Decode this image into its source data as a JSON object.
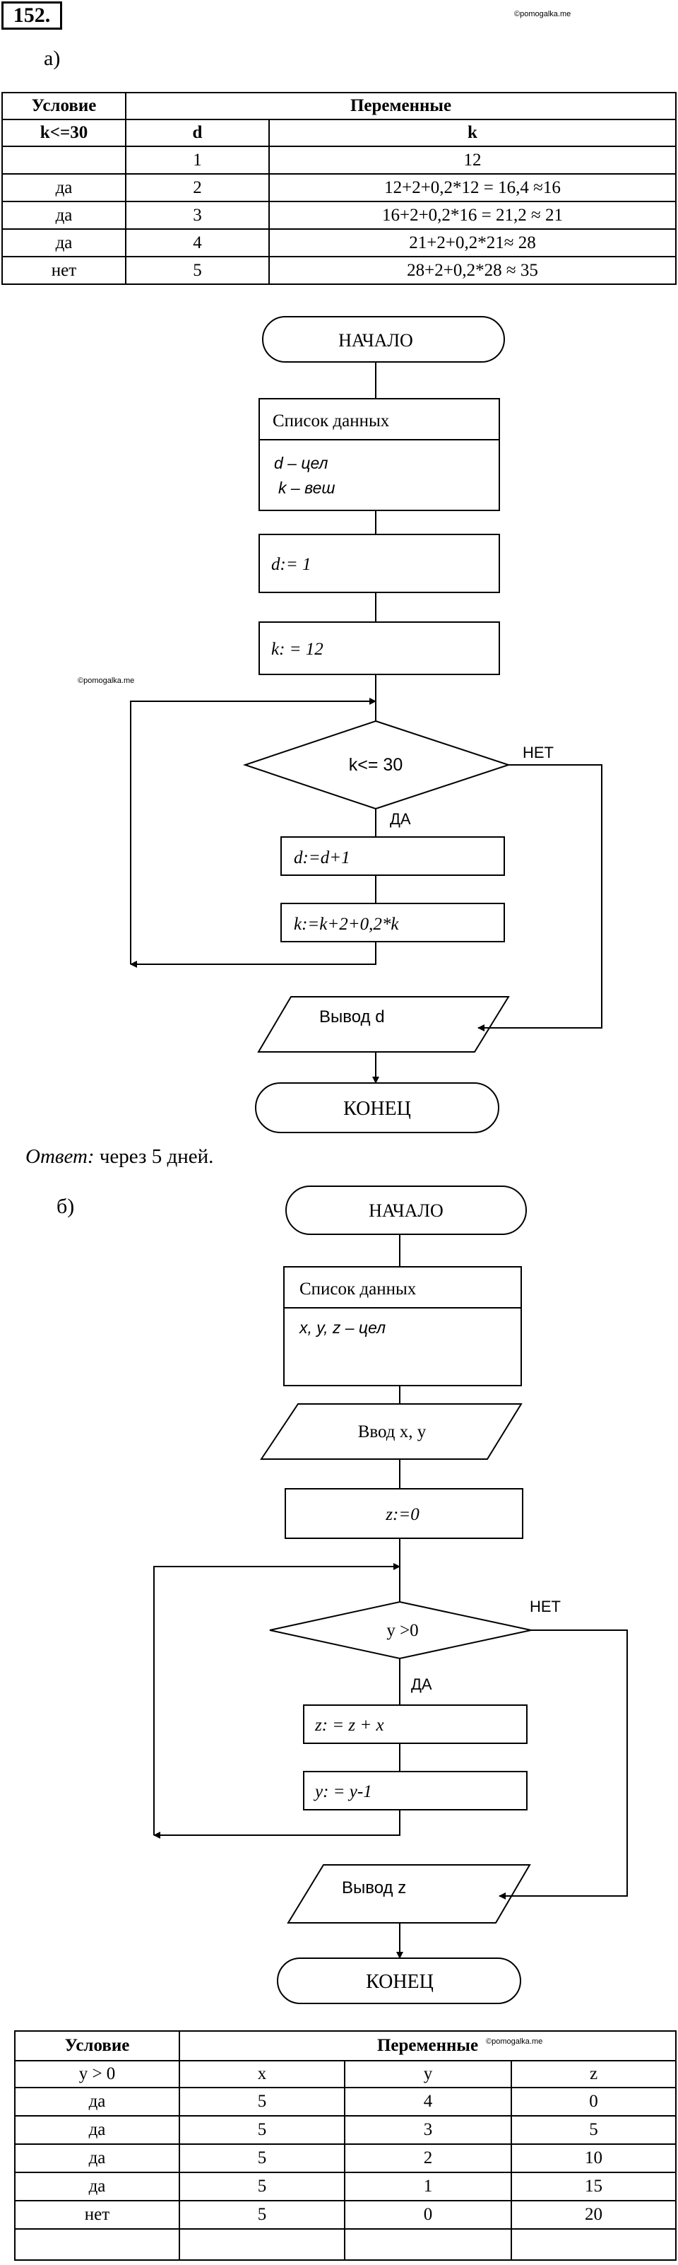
{
  "problem_number": "152.",
  "watermark": "©pomogalka.me",
  "part_a": {
    "label": "а)",
    "table": {
      "header1": [
        "Условие",
        "Переменные"
      ],
      "header2": [
        "k<=30",
        "d",
        "k"
      ],
      "rows": [
        [
          "",
          "1",
          "12"
        ],
        [
          "да",
          "2",
          "12+2+0,2*12 = 16,4 ≈16"
        ],
        [
          "да",
          "3",
          "16+2+0,2*16 = 21,2 ≈ 21"
        ],
        [
          "да",
          "4",
          "21+2+0,2*21≈ 28"
        ],
        [
          "нет",
          "5",
          "28+2+0,2*28 ≈ 35"
        ]
      ]
    },
    "flowchart": {
      "start": "НАЧАЛО",
      "data_title": "Список данных",
      "data_line1": "d  – цел",
      "data_line2": "k – веш",
      "assign1": "d:= 1",
      "assign2": "k: = 12",
      "condition": "k<= 30",
      "no": "НЕТ",
      "yes": "ДА",
      "body1": "d:=d+1",
      "body2": "k:=k+2+0,2*k",
      "output": "Вывод d",
      "end": "КОНЕЦ"
    },
    "answer_label": "Ответ:",
    "answer_text": " через 5 дней."
  },
  "part_b": {
    "label": "б)",
    "flowchart": {
      "start": "НАЧАЛО",
      "data_title": "Список данных",
      "data_line1": "x, y, z – цел",
      "input": "Ввод x, y",
      "assign1": "z:=0",
      "condition": "y >0",
      "no": "НЕТ",
      "yes": "ДА",
      "body1": "z: = z + x",
      "body2": "y: = y-1",
      "output": "Вывод z",
      "end": "КОНЕЦ"
    },
    "table": {
      "header1": [
        "Условие",
        "Переменные"
      ],
      "header2": [
        "y > 0",
        "x",
        "y",
        "z"
      ],
      "rows": [
        [
          "да",
          "5",
          "4",
          "0"
        ],
        [
          "да",
          "5",
          "3",
          "5"
        ],
        [
          "да",
          "5",
          "2",
          "10"
        ],
        [
          "да",
          "5",
          "1",
          "15"
        ],
        [
          "нет",
          "5",
          "0",
          "20"
        ],
        [
          "",
          "",
          "",
          ""
        ]
      ]
    }
  }
}
